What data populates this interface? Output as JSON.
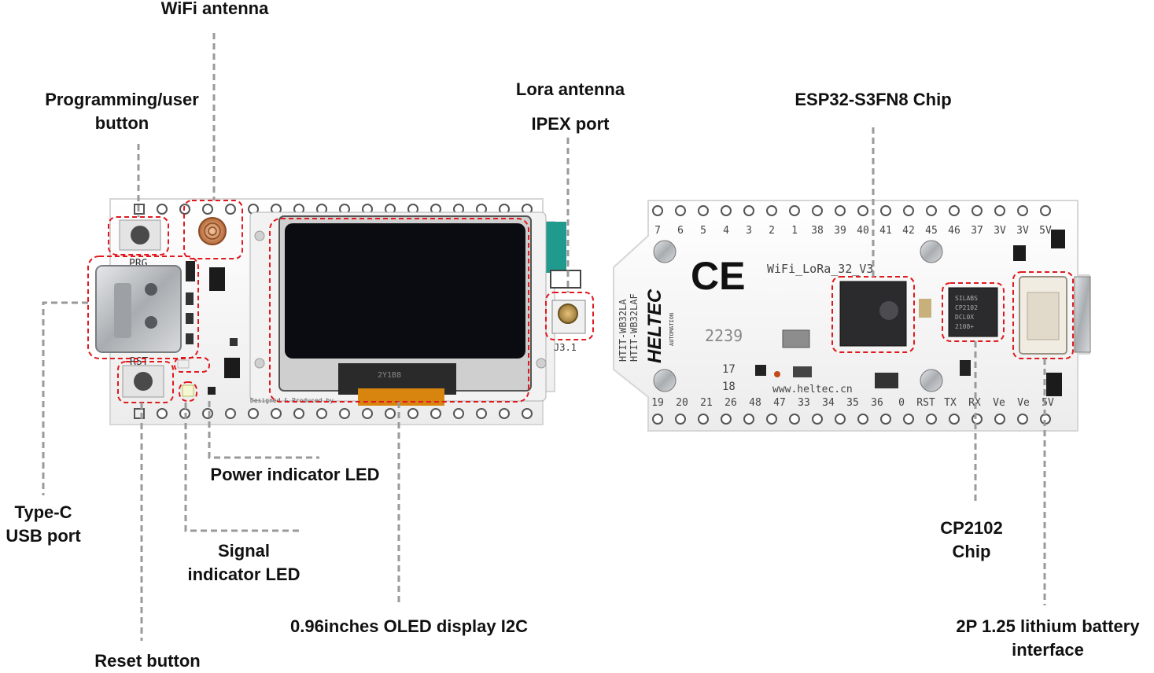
{
  "labels": {
    "wifi_antenna": "WiFi antenna",
    "prg_button": [
      "Programming/user",
      "button"
    ],
    "lora_antenna": [
      "Lora antenna",
      "IPEX port"
    ],
    "esp32_chip": "ESP32-S3FN8 Chip",
    "typec": [
      "Type-C",
      "USB port"
    ],
    "power_led": "Power indicator LED",
    "signal_led": [
      "Signal",
      "indicator LED"
    ],
    "oled": "0.96inches OLED display I2C",
    "reset_button": "Reset button",
    "cp2102": [
      "CP2102",
      "Chip"
    ],
    "battery": [
      "2P 1.25 lithium battery",
      "interface"
    ]
  },
  "front_board": {
    "prg_silk": "PRG",
    "rst_silk": "RST",
    "ipex_silk": "J3.1",
    "designed_silk": "Designed & Produced by",
    "oled_flex_text": "2Y1B8"
  },
  "back_board": {
    "model": "WiFi_LoRa_32_V3",
    "brand": "HELTEC",
    "brand_sub": "AUTOMATION",
    "side_code_1": "HTIT-WB32LA",
    "side_code_2": "HTIT-WB32LAF",
    "date_code": "2239",
    "url": "www.heltec.cn",
    "ce_mark": "CE",
    "top_pins": [
      "7",
      "6",
      "5",
      "4",
      "3",
      "2",
      "1",
      "38",
      "39",
      "40",
      "41",
      "42",
      "45",
      "46",
      "37",
      "3V",
      "3V",
      "5V"
    ],
    "bottom_pins": [
      "19",
      "20",
      "21",
      "26",
      "48",
      "47",
      "33",
      "34",
      "35",
      "36",
      "0",
      "RST",
      "TX",
      "RX",
      "Ve",
      "Ve",
      "5V"
    ],
    "misc_pins": [
      "17",
      "18"
    ],
    "cp_chip_text": [
      "SILABS",
      "CP2102",
      "DCL0X",
      "2108+"
    ]
  },
  "colors": {
    "callout": "#e0191e",
    "leader": "#9a9a9a",
    "pcb": "#fbfbfb",
    "oled_screen": "#0b0b12",
    "usb_metal": "#c8cacc",
    "teal_antenna": "#1f9a8c"
  }
}
